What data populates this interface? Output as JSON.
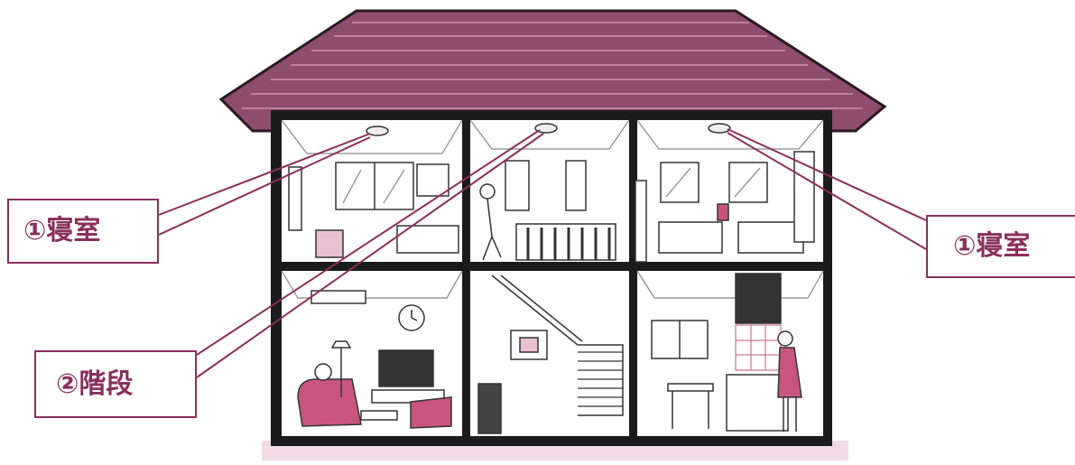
{
  "labels": {
    "bedroom_left": "①寝室",
    "bedroom_right": "①寝室",
    "stairs": "②階段"
  },
  "colors": {
    "accent": "#8a2f5c",
    "roof": "#8e4c6e",
    "furniture": "#c9557e",
    "wall": "#ffffff",
    "outline": "#1a1a1a"
  },
  "icons": [
    "smoke-detector-icon",
    "wall-clock-icon",
    "window-icon",
    "bed-icon",
    "television-icon",
    "sofa-icon",
    "kitchen-sink-icon"
  ]
}
